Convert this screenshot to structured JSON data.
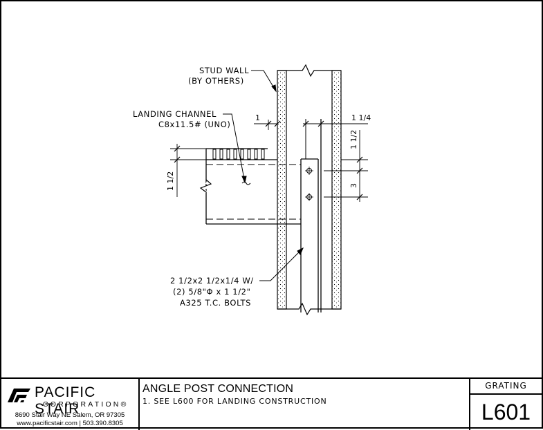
{
  "notes": {
    "stud_wall": [
      "STUD WALL",
      "(BY OTHERS)"
    ],
    "landing_channel": [
      "LANDING CHANNEL",
      "C8x11.5# (UNO)"
    ],
    "angle": [
      "2 1/2x2 1/2x1/4 W/",
      "(2) 5/8\"Φ x 1 1/2\"",
      "A325 T.C. BOLTS"
    ]
  },
  "dimensions": {
    "dim_1": "1",
    "dim_1_1_4": "1 1/4",
    "dim_1_1_2_right": "1 1/2",
    "dim_3": "3",
    "dim_1_1_2_left": "1 1/2"
  },
  "title_block": {
    "company_name": "PACIFIC STAIR",
    "company_sub": "CORPORATION®",
    "address": "8690 Stair Way NE Salem, OR 97305",
    "web_phone": "www.pacificstair.com  |  503.390.8305",
    "drawing_title": "ANGLE POST CONNECTION",
    "drawing_note": "1.  SEE L600 FOR LANDING CONSTRUCTION",
    "sheet_category": "GRATING",
    "sheet_number": "L601"
  }
}
